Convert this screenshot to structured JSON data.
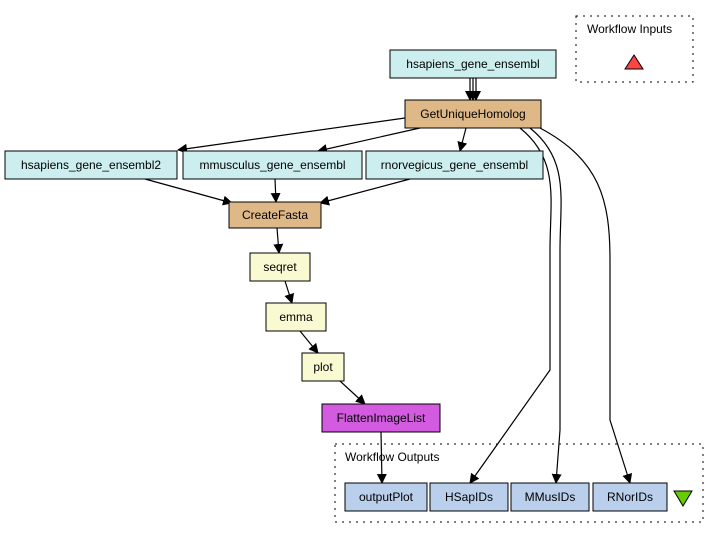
{
  "colors": {
    "input_node": "#cdeeee",
    "beanshell_node": "#deb887",
    "emboss_node": "#fafad2",
    "local_node": "#d35bdf",
    "output_port": "#b9cfec",
    "input_triangle": "#ff4444",
    "output_triangle": "#66cc00"
  },
  "inputs_box": {
    "title": "Workflow Inputs"
  },
  "outputs_box": {
    "title": "Workflow Outputs"
  },
  "nodes": {
    "hsapiens_gene_ensembl": "hsapiens_gene_ensembl",
    "GetUniqueHomolog": "GetUniqueHomolog",
    "hsapiens_gene_ensembl2": "hsapiens_gene_ensembl2",
    "mmusculus_gene_ensembl": "mmusculus_gene_ensembl",
    "rnorvegicus_gene_ensembl": "rnorvegicus_gene_ensembl",
    "CreateFasta": "CreateFasta",
    "seqret": "seqret",
    "emma": "emma",
    "plot": "plot",
    "FlattenImageList": "FlattenImageList"
  },
  "outputs": {
    "outputPlot": "outputPlot",
    "HSapIDs": "HSapIDs",
    "MMusIDs": "MMusIDs",
    "RNorIDs": "RNorIDs"
  }
}
